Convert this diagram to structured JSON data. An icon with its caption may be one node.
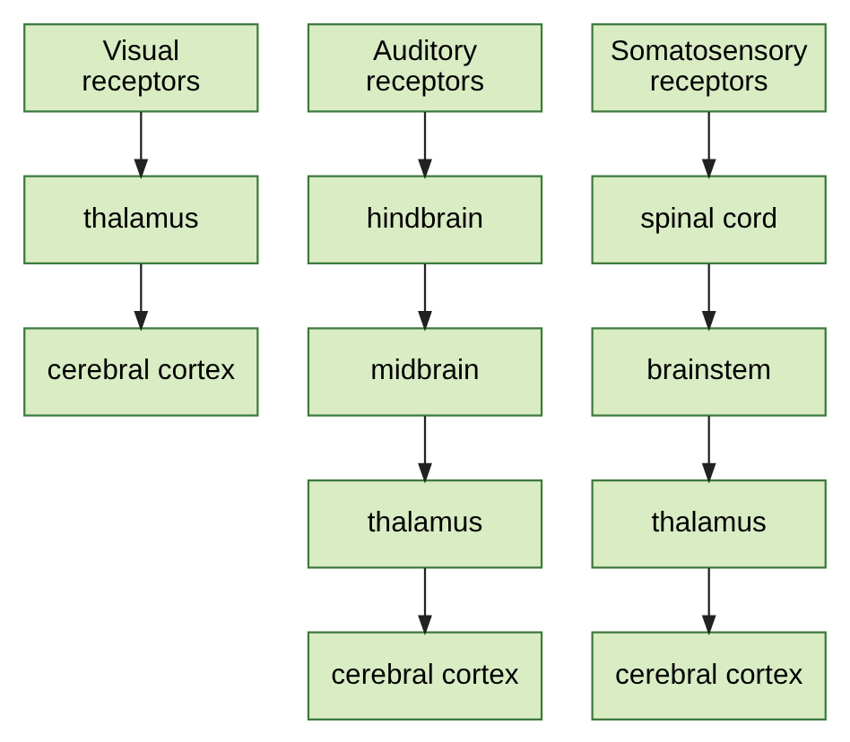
{
  "diagram": {
    "nodes": [
      {
        "text": [
          "Visual receptors"
        ]
      },
      {
        "text": [
          "thalamus"
        ]
      },
      {
        "text": [
          "cerebral cortex"
        ]
      },
      {
        "text": [
          "Auditory receptors"
        ]
      },
      {
        "text": [
          "hindbrain"
        ]
      },
      {
        "text": [
          "midbrain"
        ]
      },
      {
        "text": [
          "thalamus"
        ]
      },
      {
        "text": [
          "cerebral cortex"
        ]
      },
      {
        "text": [
          "Somatosensory receptors"
        ]
      },
      {
        "text": [
          "spinal cord"
        ]
      },
      {
        "text": [
          "brainstem"
        ]
      },
      {
        "text": [
          "thalamus"
        ]
      },
      {
        "text": [
          "cerebral cortex"
        ]
      }
    ],
    "edges": [
      {
        "from": 0,
        "to": 1,
        "arrow": "to"
      },
      {
        "from": 1,
        "to": 2,
        "arrow": "to"
      },
      {
        "from": 3,
        "to": 4,
        "arrow": "to"
      },
      {
        "from": 4,
        "to": 5,
        "arrow": "to"
      },
      {
        "from": 5,
        "to": 6,
        "arrow": "to"
      },
      {
        "from": 6,
        "to": 7,
        "arrow": "to"
      },
      {
        "from": 8,
        "to": 9,
        "arrow": "to"
      },
      {
        "from": 9,
        "to": 10,
        "arrow": "to"
      },
      {
        "from": 10,
        "to": 11,
        "arrow": "to"
      },
      {
        "from": 11,
        "to": 12,
        "arrow": "to"
      }
    ]
  }
}
